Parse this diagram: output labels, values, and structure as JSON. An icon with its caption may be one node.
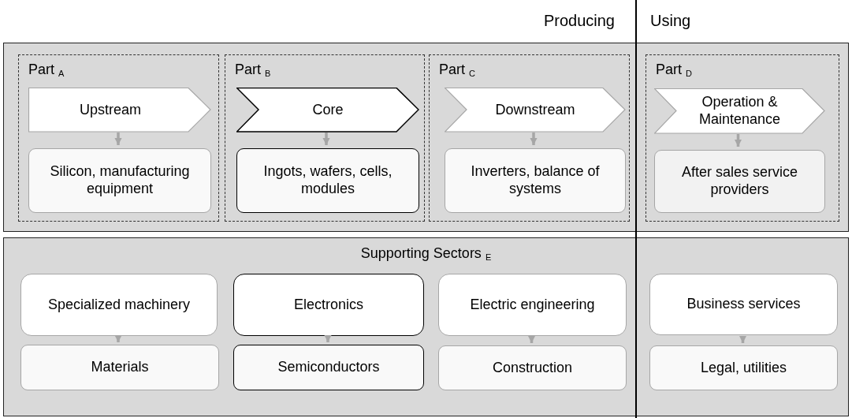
{
  "diagram": {
    "nodes": [
      {
        "text": [],
        "shape": "box"
      },
      {
        "text": [
          "Part $_{A}$"
        ],
        "in": 0
      },
      {
        "text": [
          "Upstream"
        ],
        "in": 1
      },
      {
        "text": [
          "Silicon, manufacturing equipment"
        ],
        "in": 1
      },
      {
        "text": [
          "Part $_{B}$"
        ],
        "in": 0
      },
      {
        "text": [
          "Core"
        ],
        "in": 4
      },
      {
        "text": [
          "Ingots, wafers, cells, modules"
        ],
        "in": 4
      },
      {
        "text": [
          "Part $_{C}$"
        ],
        "in": 0
      },
      {
        "text": [
          "Downstream"
        ],
        "in": 7
      },
      {
        "text": [
          "Inverters, balance of systems"
        ],
        "in": 7
      },
      {
        "text": [
          "Part $_{D}$"
        ],
        "in": 0
      },
      {
        "text": [
          "Operation & Maintenance"
        ],
        "in": 10
      },
      {
        "text": [
          "After sales service providers"
        ],
        "in": 10
      },
      {
        "text": [
          "Supporting Sectors $_{E}$"
        ]
      },
      {
        "text": [
          "Specialized machinery"
        ],
        "in": 13
      },
      {
        "text": [
          "Materials"
        ],
        "in": 13
      },
      {
        "text": [
          "Electronics"
        ],
        "in": 13
      },
      {
        "text": [
          "Semiconductors"
        ],
        "in": 13
      },
      {
        "text": [
          "Electric engineering"
        ],
        "in": 13
      },
      {
        "text": [
          "Construction"
        ],
        "in": 13
      },
      {
        "text": [
          "Business services"
        ],
        "in": 13
      },
      {
        "text": [
          "Legal, utilities"
        ],
        "in": 13
      }
    ],
    "edges": [
      {
        "from": 2,
        "to": 3,
        "arrow": "to"
      },
      {
        "from": 5,
        "to": 6,
        "arrow": "to"
      },
      {
        "from": 8,
        "to": 9,
        "arrow": "to"
      },
      {
        "from": 11,
        "to": 12,
        "arrow": "to"
      },
      {
        "from": 14,
        "to": 15,
        "arrow": "to"
      },
      {
        "from": 16,
        "to": 17,
        "arrow": "to"
      },
      {
        "from": 18,
        "to": 19,
        "arrow": "to"
      },
      {
        "from": 20,
        "to": 21,
        "arrow": "to"
      }
    ],
    "labels": [
      "Producing",
      "Using"
    ]
  }
}
